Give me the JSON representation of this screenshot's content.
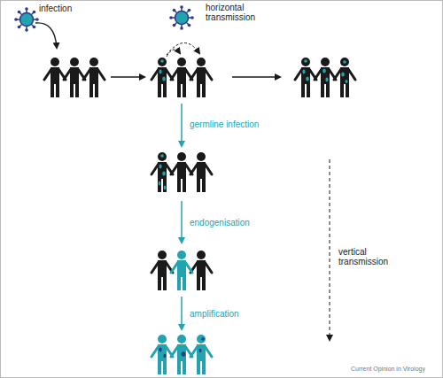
{
  "diagram": {
    "labels": [
      "infection",
      "horizontal transmission",
      "germline infection",
      "endogenisation",
      "amplification",
      "vertical transmission",
      "Current Opinion in Virology"
    ]
  }
}
